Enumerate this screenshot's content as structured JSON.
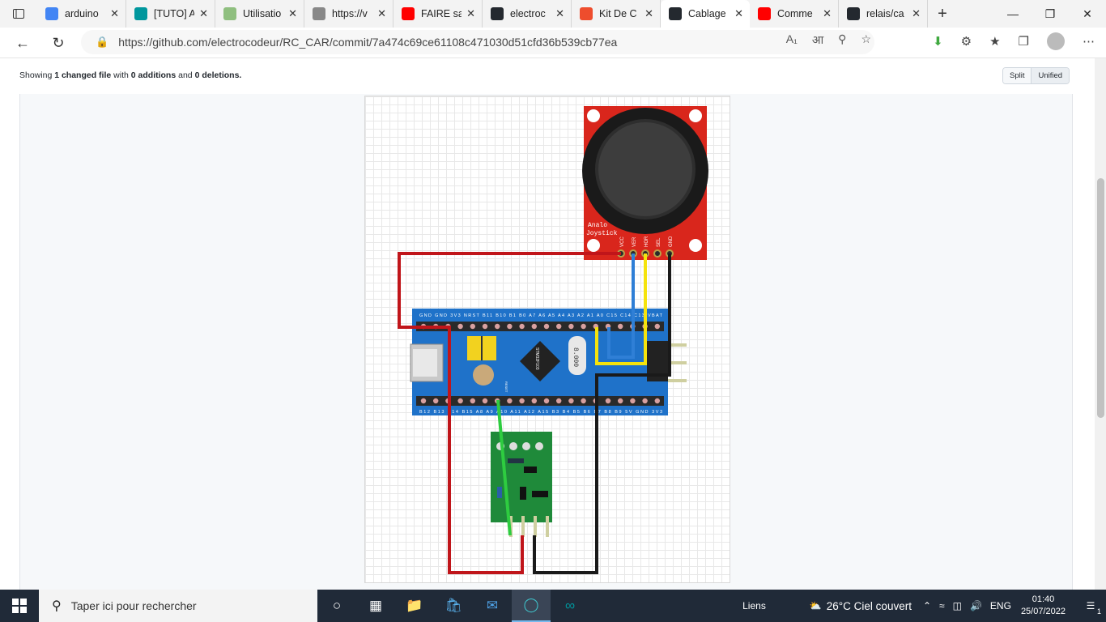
{
  "browser": {
    "tabs": [
      {
        "title": "arduino",
        "icon": "google-icon",
        "color": "#4285f4"
      },
      {
        "title": "[TUTO] A",
        "icon": "arduino-icon",
        "color": "#00979d"
      },
      {
        "title": "Utilisatio",
        "icon": "puzzle-icon",
        "color": "#8fbf7f"
      },
      {
        "title": "https://v",
        "icon": "page-icon",
        "color": "#888888"
      },
      {
        "title": "FAIRE sa",
        "icon": "youtube-icon",
        "color": "#ff0000"
      },
      {
        "title": "electroc",
        "icon": "github-icon",
        "color": "#24292f"
      },
      {
        "title": "Kit De C",
        "icon": "shop-icon",
        "color": "#ee4d2d"
      },
      {
        "title": "Cablage",
        "icon": "github-icon",
        "color": "#24292f",
        "active": true
      },
      {
        "title": "Comme",
        "icon": "youtube-icon",
        "color": "#ff0000"
      },
      {
        "title": "relais/ca",
        "icon": "github-icon",
        "color": "#24292f"
      }
    ],
    "url": "https://github.com/electrocodeur/RC_CAR/commit/7a474c69ce61108c471030d51cfd36b539cb77ea"
  },
  "diff": {
    "summary_prefix": "Showing",
    "changed_count": "1 changed file",
    "summary_mid": "with",
    "additions": "0 additions",
    "summary_and": "and",
    "deletions": "0 deletions.",
    "split_label": "Split",
    "unified_label": "Unified"
  },
  "circuit": {
    "joystick_label_1": "Analo",
    "joystick_label_2": "Joystick",
    "joystick_pins": [
      "VCC",
      "VER",
      "HOR",
      "SEL",
      "GND"
    ],
    "board_top_pins": "GND GND 3V3 NRST B11 B10 B1 B0 A7 A6 A5 A4 A3 A2 A1 A0 C15 C14 C13 VBAT",
    "board_bottom_pins": "B12 B13 B14 B15 A8 A9 A10 A11 A12 A15 B3 B4 B5 B6 B7 B8 B9 5V GND 3V3",
    "chip_label": "STM32F103",
    "crystal_label": "8.000",
    "reset_label": "RESET"
  },
  "taskbar": {
    "search_placeholder": "Taper ici pour rechercher",
    "links_label": "Liens",
    "weather": "26°C  Ciel couvert",
    "language": "ENG",
    "time": "01:40",
    "date": "25/07/2022",
    "notification_count": "1"
  }
}
